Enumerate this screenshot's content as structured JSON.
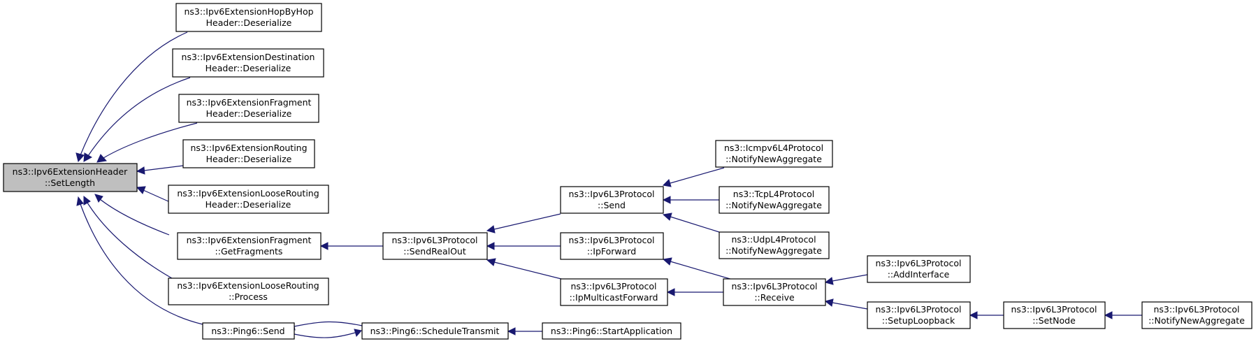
{
  "nodes": {
    "root": {
      "lines": [
        "ns3::Ipv6ExtensionHeader",
        "::SetLength"
      ]
    },
    "hopbyhop": {
      "lines": [
        "ns3::Ipv6ExtensionHopByHop",
        "Header::Deserialize"
      ]
    },
    "destination": {
      "lines": [
        "ns3::Ipv6ExtensionDestination",
        "Header::Deserialize"
      ]
    },
    "fraghdr": {
      "lines": [
        "ns3::Ipv6ExtensionFragment",
        "Header::Deserialize"
      ]
    },
    "routing": {
      "lines": [
        "ns3::Ipv6ExtensionRouting",
        "Header::Deserialize"
      ]
    },
    "looserouting": {
      "lines": [
        "ns3::Ipv6ExtensionLooseRouting",
        "Header::Deserialize"
      ]
    },
    "getfrags": {
      "lines": [
        "ns3::Ipv6ExtensionFragment",
        "::GetFragments"
      ]
    },
    "looseprocess": {
      "lines": [
        "ns3::Ipv6ExtensionLooseRouting",
        "::Process"
      ]
    },
    "ping6send": {
      "lines": [
        "ns3::Ping6::Send"
      ]
    },
    "sendrealout": {
      "lines": [
        "ns3::Ipv6L3Protocol",
        "::SendRealOut"
      ]
    },
    "schedule": {
      "lines": [
        "ns3::Ping6::ScheduleTransmit"
      ]
    },
    "startapp": {
      "lines": [
        "ns3::Ping6::StartApplication"
      ]
    },
    "l3send": {
      "lines": [
        "ns3::Ipv6L3Protocol",
        "::Send"
      ]
    },
    "ipforward": {
      "lines": [
        "ns3::Ipv6L3Protocol",
        "::IpForward"
      ]
    },
    "ipmcast": {
      "lines": [
        "ns3::Ipv6L3Protocol",
        "::IpMulticastForward"
      ]
    },
    "icmpv6": {
      "lines": [
        "ns3::Icmpv6L4Protocol",
        "::NotifyNewAggregate"
      ]
    },
    "tcpl4": {
      "lines": [
        "ns3::TcpL4Protocol",
        "::NotifyNewAggregate"
      ]
    },
    "udpl4": {
      "lines": [
        "ns3::UdpL4Protocol",
        "::NotifyNewAggregate"
      ]
    },
    "receive": {
      "lines": [
        "ns3::Ipv6L3Protocol",
        "::Receive"
      ]
    },
    "addiface": {
      "lines": [
        "ns3::Ipv6L3Protocol",
        "::AddInterface"
      ]
    },
    "setuploop": {
      "lines": [
        "ns3::Ipv6L3Protocol",
        "::SetupLoopback"
      ]
    },
    "setnode": {
      "lines": [
        "ns3::Ipv6L3Protocol",
        "::SetNode"
      ]
    },
    "notifyagg": {
      "lines": [
        "ns3::Ipv6L3Protocol",
        "::NotifyNewAggregate"
      ]
    }
  },
  "edges": [
    {
      "from": "hopbyhop",
      "to": "root"
    },
    {
      "from": "destination",
      "to": "root"
    },
    {
      "from": "fraghdr",
      "to": "root"
    },
    {
      "from": "routing",
      "to": "root"
    },
    {
      "from": "looserouting",
      "to": "root"
    },
    {
      "from": "getfrags",
      "to": "root"
    },
    {
      "from": "looseprocess",
      "to": "root"
    },
    {
      "from": "ping6send",
      "to": "root"
    },
    {
      "from": "sendrealout",
      "to": "getfrags"
    },
    {
      "from": "schedule",
      "to": "ping6send"
    },
    {
      "from": "ping6send",
      "to": "schedule"
    },
    {
      "from": "startapp",
      "to": "schedule"
    },
    {
      "from": "l3send",
      "to": "sendrealout"
    },
    {
      "from": "ipforward",
      "to": "sendrealout"
    },
    {
      "from": "ipmcast",
      "to": "sendrealout"
    },
    {
      "from": "icmpv6",
      "to": "l3send"
    },
    {
      "from": "tcpl4",
      "to": "l3send"
    },
    {
      "from": "udpl4",
      "to": "l3send"
    },
    {
      "from": "receive",
      "to": "ipforward"
    },
    {
      "from": "receive",
      "to": "ipmcast"
    },
    {
      "from": "addiface",
      "to": "receive"
    },
    {
      "from": "setuploop",
      "to": "receive"
    },
    {
      "from": "setnode",
      "to": "setuploop"
    },
    {
      "from": "notifyagg",
      "to": "setnode"
    }
  ]
}
